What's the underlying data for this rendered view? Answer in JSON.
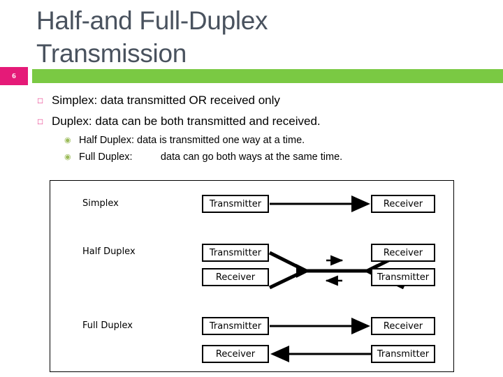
{
  "slide": {
    "number": "6",
    "title": "Half-and Full-Duplex\nTransmission",
    "accent_green": "#7ac943",
    "badge_pink": "#e51a78",
    "title_color": "#49525e"
  },
  "bullets": [
    {
      "marker": "□",
      "text": "Simplex: data transmitted OR received only"
    },
    {
      "marker": "□",
      "text": "Duplex: data can be both transmitted and received."
    }
  ],
  "subbullets": [
    {
      "marker": "◉",
      "text": "Half Duplex: data is transmitted one way at a time."
    },
    {
      "marker": "◉",
      "text": "Full Duplex:          data can go both ways at the same time."
    }
  ],
  "diagram": {
    "rows": [
      {
        "label": "Simplex"
      },
      {
        "label": "Half Duplex"
      },
      {
        "label": "Full Duplex"
      }
    ],
    "simplex": {
      "left_box": "Transmitter",
      "right_box": "Receiver",
      "direction": "left-to-right"
    },
    "half_duplex": {
      "left_top_box": "Transmitter",
      "left_bottom_box": "Receiver",
      "right_top_box": "Receiver",
      "right_bottom_box": "Transmitter",
      "channel_arrow_top": "right",
      "channel_arrow_bottom": "left"
    },
    "full_duplex": {
      "top_left_box": "Transmitter",
      "top_right_box": "Receiver",
      "top_direction": "left-to-right",
      "bottom_left_box": "Receiver",
      "bottom_right_box": "Transmitter",
      "bottom_direction": "right-to-left"
    }
  }
}
